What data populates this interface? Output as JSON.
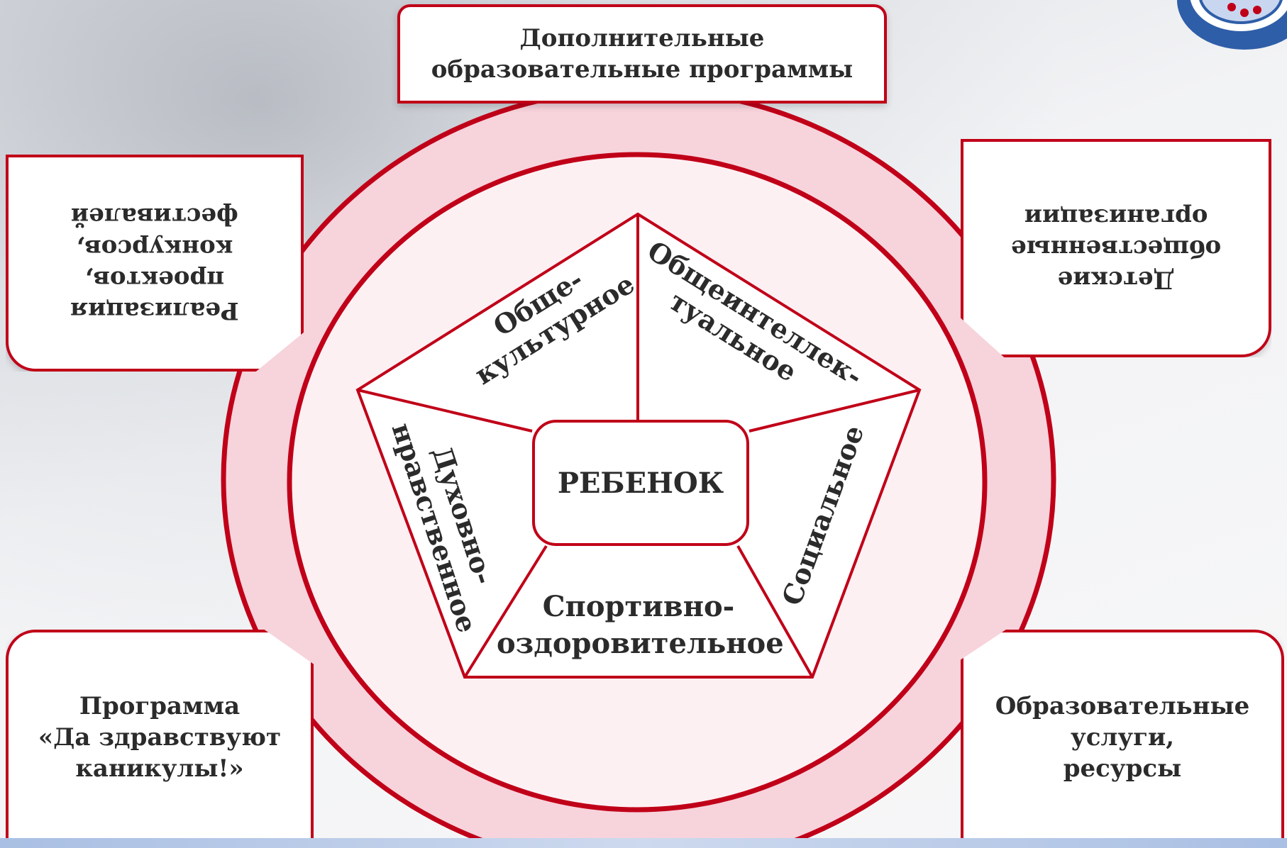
{
  "center": "РЕБЕНОК",
  "segments": {
    "obshchekulturnoe": "Обще-\nкультурное",
    "obshcheintellektualnoe": "Общеинтеллек-\nтуальное",
    "sotsialnoe": "Социальное",
    "sportivno": "Спортивно-\nоздоровительное",
    "dukhovno": "Духовно-\nнравственное"
  },
  "boxes": {
    "top": "Дополнительные\nобразовательные программы",
    "top_left": "Реализация\nпроектов,\nконкурсов,\nфестивалей",
    "top_right": "Детские\nобщественные\nорганизации",
    "bottom_left": "Программа\n«Да здравствуют\nканикулы!»",
    "bottom_right": "Образовательные\nуслуги,\nресурсы"
  },
  "colors": {
    "accent": "#c00018",
    "ring_outer": "#f7d3dc",
    "ring_inner": "#fdf0f3"
  }
}
